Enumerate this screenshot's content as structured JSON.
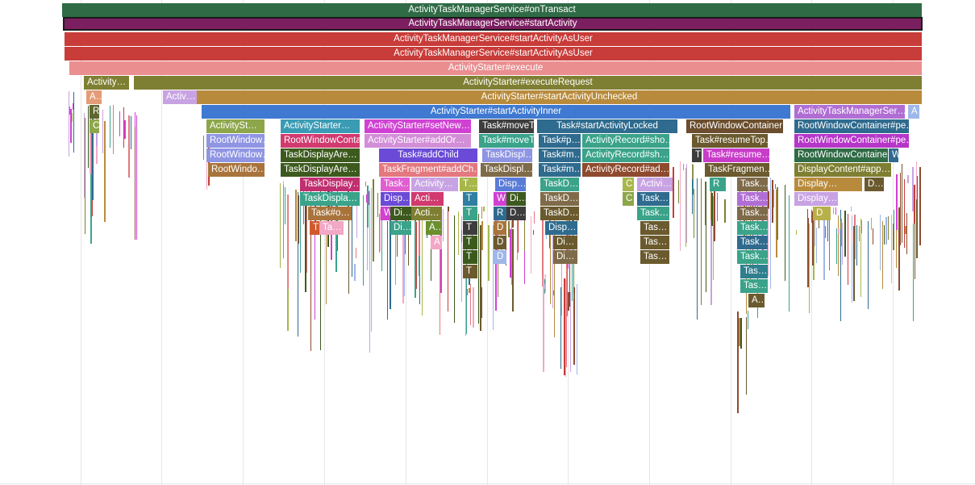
{
  "frames": [
    {
      "label": "ActivityTaskManagerService#onTransact",
      "color": "#2f6b45"
    },
    {
      "label": "ActivityTaskManagerService#startActivity",
      "color": "#7b1f61",
      "selected": true
    },
    {
      "label": "ActivityTaskManagerService#startActivityAsUser",
      "color": "#c83c39"
    },
    {
      "label": "ActivityTaskManagerService#startActivityAsUser",
      "color": "#c83c39"
    },
    {
      "label": "ActivityStarter#execute",
      "color": "#ea8e90"
    },
    {
      "label": "Activity…",
      "color": "#7f7f33"
    },
    {
      "label": "ActivityStarter#executeRequest",
      "color": "#7f7f33"
    },
    {
      "label": "A…",
      "color": "#e39c77"
    },
    {
      "label": "Activ…",
      "color": "#c8a3e3"
    },
    {
      "label": "ActivityStarter#startActivityUnchecked",
      "color": "#b88b3c"
    },
    {
      "label": "R",
      "color": "#5f6730"
    },
    {
      "label": "ActivityStarter#startActivityInner",
      "color": "#3f79d1"
    },
    {
      "label": "ActivityTaskManagerSer…",
      "color": "#b06ed4"
    },
    {
      "label": "A",
      "color": "#9fb7e8"
    },
    {
      "label": "C",
      "color": "#8da64a"
    },
    {
      "label": "ActivitySt…",
      "color": "#8da64a"
    },
    {
      "label": "ActivityStarter…",
      "color": "#3a9bb4"
    },
    {
      "label": "ActivityStarter#setNew…",
      "color": "#d041d3"
    },
    {
      "label": "Task#moveT…",
      "color": "#3d3d3d"
    },
    {
      "label": "Task#startActivityLocked",
      "color": "#2f6b8e"
    },
    {
      "label": "RootWindowContainer…",
      "color": "#6b4e2e"
    },
    {
      "label": "RootWindowContainer#pe…",
      "color": "#2f6b8e"
    },
    {
      "label": "RootWindow…",
      "color": "#8f95e3"
    },
    {
      "label": "RootWindowConta…",
      "color": "#d03a6f"
    },
    {
      "label": "ActivityStarter#addOr…",
      "color": "#d38ed8"
    },
    {
      "label": "Task#moveT…",
      "color": "#3aa38a"
    },
    {
      "label": "Task#p…",
      "color": "#2f6b8e"
    },
    {
      "label": "ActivityRecord#sho…",
      "color": "#3aa38a"
    },
    {
      "label": "Task#resumeTop…",
      "color": "#6b5a2e"
    },
    {
      "label": "RootWindowContainer#pe…",
      "color": "#b636c9"
    },
    {
      "label": "RootWindow…",
      "color": "#8f95e3"
    },
    {
      "label": "TaskDisplayAre…",
      "color": "#3d5a1e"
    },
    {
      "label": "Task#addChild",
      "color": "#6a4ad6"
    },
    {
      "label": "TaskDispl…",
      "color": "#8f95e3"
    },
    {
      "label": "Task#m…",
      "color": "#2f6b8e"
    },
    {
      "label": "ActivityRecord#sh…",
      "color": "#3aa38a"
    },
    {
      "label": "T",
      "color": "#3d3d3d"
    },
    {
      "label": "Task#resume…",
      "color": "#c83cc9"
    },
    {
      "label": "RootWindowContaine…",
      "color": "#2f6b45"
    },
    {
      "label": "W",
      "color": "#2f6b8e"
    },
    {
      "label": "RootWindo…",
      "color": "#a8743c"
    },
    {
      "label": "TaskDisplayAre…",
      "color": "#3d5a1e"
    },
    {
      "label": "TaskFragment#addCh…",
      "color": "#e3787f"
    },
    {
      "label": "TaskDispl…",
      "color": "#7f6b4a"
    },
    {
      "label": "Task#m…",
      "color": "#2f6b8e"
    },
    {
      "label": "ActivityRecord#ad…",
      "color": "#8e4a2e"
    },
    {
      "label": "TaskFragmen…",
      "color": "#6b5a2e"
    },
    {
      "label": "DisplayContent#app…",
      "color": "#7f7f33"
    },
    {
      "label": "TaskDisplay…",
      "color": "#c02f70"
    },
    {
      "label": "Task…",
      "color": "#e05fd0"
    },
    {
      "label": "Activity…",
      "color": "#c8a3e3"
    },
    {
      "label": "T…",
      "color": "#a8b74a"
    },
    {
      "label": "Disp…",
      "color": "#5a7bd8"
    },
    {
      "label": "TaskD…",
      "color": "#3aa38a"
    },
    {
      "label": "C",
      "color": "#a8b74a"
    },
    {
      "label": "Activi…",
      "color": "#c8a3e3"
    },
    {
      "label": "R",
      "color": "#3aa38a"
    },
    {
      "label": "Task…",
      "color": "#7f6b4a"
    },
    {
      "label": "Display…",
      "color": "#b88b3c"
    },
    {
      "label": "D…",
      "color": "#6b5a2e"
    },
    {
      "label": "TaskDispla…",
      "color": "#3aa38a"
    },
    {
      "label": "Disp…",
      "color": "#6a4ad6"
    },
    {
      "label": "Acti…",
      "color": "#d03a6f"
    },
    {
      "label": "T",
      "color": "#2f7fa0"
    },
    {
      "label": "W",
      "color": "#d041d3"
    },
    {
      "label": "Di…",
      "color": "#3d5a1e"
    },
    {
      "label": "TaskD…",
      "color": "#7f6b4a"
    },
    {
      "label": "C",
      "color": "#8da64a"
    },
    {
      "label": "Task…",
      "color": "#2f6b8e"
    },
    {
      "label": "Task…",
      "color": "#b06ed4"
    },
    {
      "label": "Display…",
      "color": "#c8a3e3"
    },
    {
      "label": "Task#o…",
      "color": "#a8743c"
    },
    {
      "label": "W",
      "color": "#d041d3"
    },
    {
      "label": "Di…",
      "color": "#3d5a1e"
    },
    {
      "label": "Acti…",
      "color": "#7f7f33"
    },
    {
      "label": "T",
      "color": "#3aa38a"
    },
    {
      "label": "R",
      "color": "#2f6b8e"
    },
    {
      "label": "D…",
      "color": "#3d3d3d"
    },
    {
      "label": "TaskD…",
      "color": "#6b5a2e"
    },
    {
      "label": "Task…",
      "color": "#3aa38a"
    },
    {
      "label": "Task…",
      "color": "#7f6b4a"
    },
    {
      "label": "D",
      "color": "#b8b04a"
    },
    {
      "label": "T",
      "color": "#d05a2f"
    },
    {
      "label": "Ta…",
      "color": "#f2a7c5"
    },
    {
      "label": "Di…",
      "color": "#3aa38a"
    },
    {
      "label": "A…",
      "color": "#6b8e2e"
    },
    {
      "label": "T",
      "color": "#3d3d3d"
    },
    {
      "label": "D",
      "color": "#a8743c"
    },
    {
      "label": "Disp…",
      "color": "#2f6b8e"
    },
    {
      "label": "Tas…",
      "color": "#6b5a2e"
    },
    {
      "label": "Task…",
      "color": "#3aa38a"
    },
    {
      "label": "A",
      "color": "#f2a7c5"
    },
    {
      "label": "T",
      "color": "#3d5a1e"
    },
    {
      "label": "D",
      "color": "#6b5a2e"
    },
    {
      "label": "Di…",
      "color": "#6b5a2e"
    },
    {
      "label": "Tas…",
      "color": "#6b5a2e"
    },
    {
      "label": "Task…",
      "color": "#2f6b8e"
    },
    {
      "label": "T",
      "color": "#3d5a1e"
    },
    {
      "label": "D",
      "color": "#9fb7e8"
    },
    {
      "label": "Di…",
      "color": "#7f6b4a"
    },
    {
      "label": "Tas…",
      "color": "#6b5a2e"
    },
    {
      "label": "Task…",
      "color": "#3aa38a"
    },
    {
      "label": "T",
      "color": "#6b5a2e"
    },
    {
      "label": "Tas…",
      "color": "#2f7f8e"
    },
    {
      "label": "Tas…",
      "color": "#3aa38a"
    },
    {
      "label": "A…",
      "color": "#6b5a2e"
    }
  ]
}
